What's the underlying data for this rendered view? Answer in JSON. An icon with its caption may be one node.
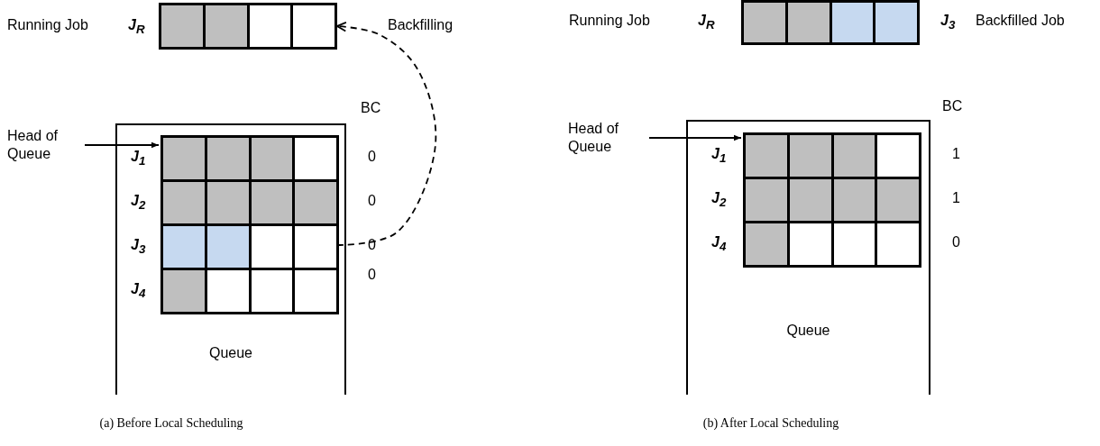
{
  "diagram": {
    "nodes": [
      {
        "text": [],
        "shape": "bar",
        "beside": [
          "Running Job",
          "J$_{R}$"
        ]
      },
      {
        "text": [
          "Queue"
        ]
      },
      {
        "text": [],
        "shape": "bar",
        "in": 1,
        "beside": [
          "J$_{1}$",
          "0"
        ]
      },
      {
        "text": [],
        "shape": "bar",
        "in": 1,
        "beside": [
          "J$_{2}$",
          "0"
        ]
      },
      {
        "text": [],
        "shape": "bar",
        "in": 1,
        "beside": [
          "J$_{3}$",
          "0"
        ]
      },
      {
        "text": [],
        "shape": "bar",
        "in": 1,
        "beside": [
          "J$_{4}$",
          "0"
        ]
      },
      {
        "text": [
          "Head of Queue"
        ]
      },
      {
        "text": [],
        "shape": "bar",
        "beside": [
          "Running Job",
          "J$_{R}$",
          "J$_{3}$",
          "Backfilled Job"
        ]
      },
      {
        "text": [
          "Queue"
        ]
      },
      {
        "text": [],
        "shape": "bar",
        "in": 8,
        "beside": [
          "J$_{1}$",
          "1"
        ]
      },
      {
        "text": [],
        "shape": "bar",
        "in": 8,
        "beside": [
          "J$_{2}$",
          "1"
        ]
      },
      {
        "text": [],
        "shape": "bar",
        "in": 8,
        "beside": [
          "J$_{4}$",
          "0"
        ]
      },
      {
        "text": [
          "Head of Queue"
        ]
      }
    ],
    "edges": [
      {
        "from": 6,
        "to": 2,
        "arrow": "to"
      },
      {
        "from": 4,
        "to": 0,
        "arrow": "to",
        "style": "dashed",
        "label": "Backfilling"
      },
      {
        "from": 12,
        "to": 9,
        "arrow": "to"
      }
    ],
    "labels": [
      "BC",
      "BC",
      "(a) Before Local Scheduling",
      "(b) After Local Scheduling"
    ]
  }
}
